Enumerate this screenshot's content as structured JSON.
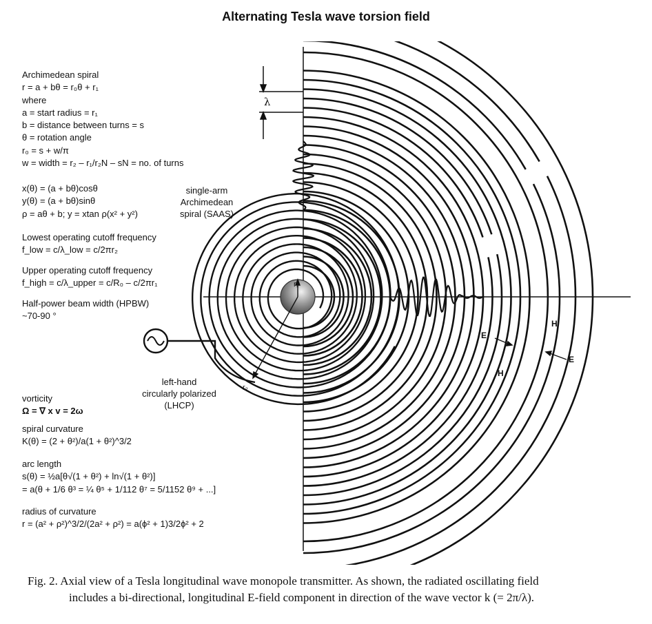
{
  "title": "Alternating Tesla wave torsion field",
  "equations_block_1": [
    "Archimedean spiral",
    "r = a + bθ = r₀θ + r₁",
    "where",
    "a = start radius = r₁",
    "b = distance between turns = s",
    "θ = rotation angle",
    "r₀ = s + w/π",
    "w = width = r₂ – r₁/r₂N – sN = no. of turns"
  ],
  "equations_block_2": [
    "x(θ) = (a + bθ)cosθ",
    "y(θ) = (a + bθ)sinθ",
    "ρ = aθ + b; y = xtan ρ(x² + y²)"
  ],
  "equations_block_3": [
    "Lowest operating cutoff frequency",
    "f_low = c/λ_low = c/2πr₂"
  ],
  "equations_block_4": [
    "Upper operating cutoff frequency",
    "f_high = c/λ_upper = c/R₀ – c/2πr₁"
  ],
  "equations_block_5": [
    "Half-power beam width (HPBW)",
    "~70-90 °"
  ],
  "equations_block_6": [
    "vorticity",
    "Ω = ∇ x v = 2ω"
  ],
  "equations_block_7": [
    "spiral curvature",
    "K(θ) = (2 + θ²)/a(1 + θ²)^3/2"
  ],
  "equations_block_8": [
    "arc length",
    "s(θ) = ½a[θ√(1 + θ²) + ln√(1 + θ²)]",
    "= a(θ + 1/6 θ³ = ¼ θ⁵ + 1/112 θ⁷ = 5/1152 θ⁹ + ...]"
  ],
  "equations_block_9": [
    "radius of curvature",
    "r = (a² + ρ²)^3/2/(2a² + ρ²) = a(ϕ² + 1)3/2ϕ² + 2"
  ],
  "labels": {
    "saas": [
      "single-arm",
      "Archimedean",
      "spiral (SAAS)"
    ],
    "lhcp": [
      "left-hand",
      "circularly polarized",
      "(LHCP)"
    ],
    "lambda": "λ",
    "r1": "r₁",
    "r2": "r₂",
    "E1": "E",
    "H1": "H",
    "H2": "H",
    "E2": "E"
  },
  "caption": [
    "Fig. 2.  Axial view of a Tesla longitudinal wave monopole transmitter.  As shown, the radiated oscillating field",
    "includes a bi-directional, longitudinal E-field component in direction of the wave vector k (= 2π/λ)."
  ],
  "colors": {
    "line": "#111111",
    "sphere_light": "#cfcfcf",
    "sphere_dark": "#555555"
  }
}
